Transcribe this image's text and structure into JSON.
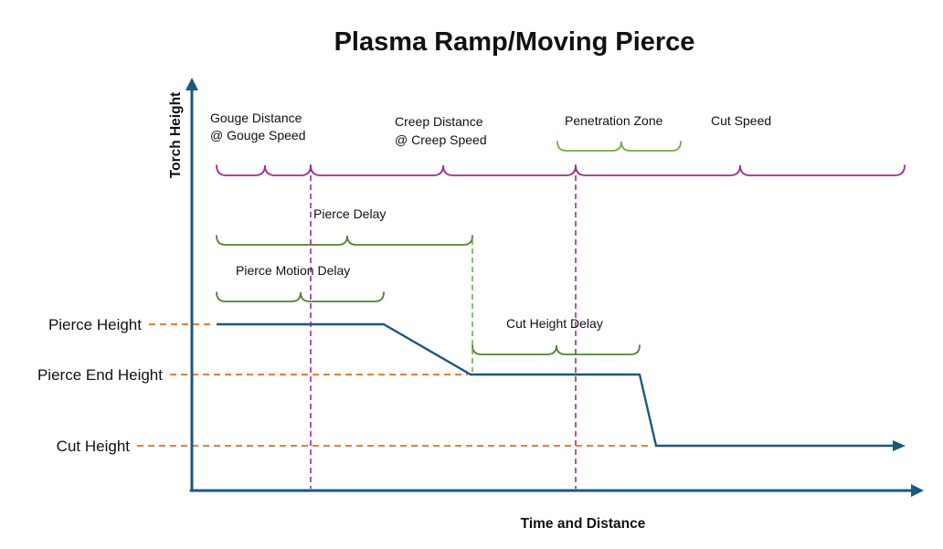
{
  "title": "Plasma Ramp/Moving Pierce",
  "axes": {
    "y_label": "Torch Height",
    "x_label": "Time and Distance"
  },
  "height_levels": {
    "pierce": "Pierce Height",
    "pierce_end": "Pierce End Height",
    "cut": "Cut Height"
  },
  "distance_segments": {
    "gouge_line1": "Gouge Distance",
    "gouge_line2": "@ Gouge Speed",
    "creep_line1": "Creep Distance",
    "creep_line2": "@ Creep Speed",
    "penetration_zone": "Penetration Zone",
    "cut_speed": "Cut Speed"
  },
  "delays": {
    "pierce_delay": "Pierce Delay",
    "pierce_motion_delay": "Pierce Motion Delay",
    "cut_height_delay": "Cut Height Delay"
  },
  "colors": {
    "axis_and_profile": "#1B587C",
    "height_guides": "#ED7D31",
    "distance_braces": "#A02B93",
    "delay_braces": "#538135",
    "penetration_brace": "#70AD47",
    "text": "#111111"
  }
}
